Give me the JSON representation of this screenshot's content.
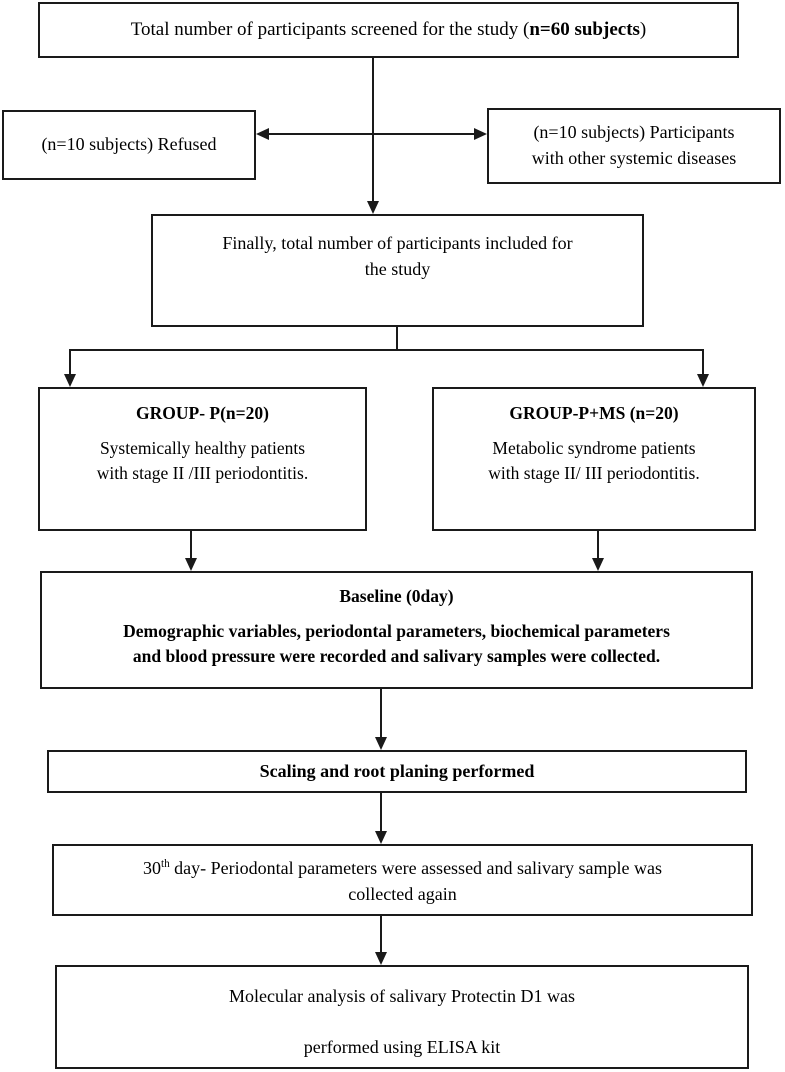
{
  "figure": {
    "type": "flowchart",
    "title": "Study participant flow diagram",
    "orientation": "top-to-bottom",
    "accent_color": "#1a1a1a",
    "background_color": "#ffffff"
  },
  "nodes": {
    "screened": {
      "text_plain": "Total number of participants screened for the study (n=60 subjects)",
      "prefix": "Total number of participants screened for the study (",
      "emphasis": "n=60 subjects",
      "suffix": ")"
    },
    "refused": {
      "text": "(n=10 subjects) Refused"
    },
    "systemic": {
      "line1": "(n=10 subjects) Participants",
      "line2": "with other systemic diseases"
    },
    "included": {
      "line1": "Finally, total number of participants included for",
      "line2": "the study"
    },
    "group_p": {
      "title": "GROUP- P(n=20)",
      "line1": "Systemically healthy patients",
      "line2": "with stage II /III periodontitis."
    },
    "group_pms": {
      "title": "GROUP-P+MS (n=20)",
      "line1": "Metabolic syndrome patients",
      "line2": "with stage II/ III periodontitis."
    },
    "baseline": {
      "title": "Baseline (0day)",
      "line1": "Demographic variables, periodontal parameters, biochemical parameters",
      "line2": "and blood pressure were recorded and salivary samples were collected."
    },
    "srp": {
      "text": "Scaling and root planing performed"
    },
    "day30": {
      "number": "30",
      "ordinal_suffix": "th",
      "line1_rest": " day- Periodontal parameters were assessed and salivary sample was",
      "line2": "collected again"
    },
    "elisa": {
      "line1": "Molecular analysis of salivary Protectin D1 was",
      "line2": "performed using ELISA kit"
    }
  },
  "connectors": [
    {
      "name": "screened-to-included",
      "from": "screened",
      "to": "included",
      "style": "straight-down-arrow"
    },
    {
      "name": "trunk-to-refused",
      "from": "trunk",
      "to": "refused",
      "style": "left-arrow"
    },
    {
      "name": "trunk-to-systemic",
      "from": "trunk",
      "to": "systemic",
      "style": "right-arrow"
    },
    {
      "name": "included-to-group-p",
      "from": "included",
      "to": "group_p",
      "style": "split-down-arrow"
    },
    {
      "name": "included-to-group-pms",
      "from": "included",
      "to": "group_pms",
      "style": "split-down-arrow"
    },
    {
      "name": "group-p-to-baseline",
      "from": "group_p",
      "to": "baseline",
      "style": "straight-down-arrow"
    },
    {
      "name": "group-pms-to-baseline",
      "from": "group_pms",
      "to": "baseline",
      "style": "straight-down-arrow"
    },
    {
      "name": "baseline-to-srp",
      "from": "baseline",
      "to": "srp",
      "style": "straight-down-arrow"
    },
    {
      "name": "srp-to-day30",
      "from": "srp",
      "to": "day30",
      "style": "straight-down-arrow"
    },
    {
      "name": "day30-to-elisa",
      "from": "day30",
      "to": "elisa",
      "style": "straight-down-arrow"
    }
  ]
}
